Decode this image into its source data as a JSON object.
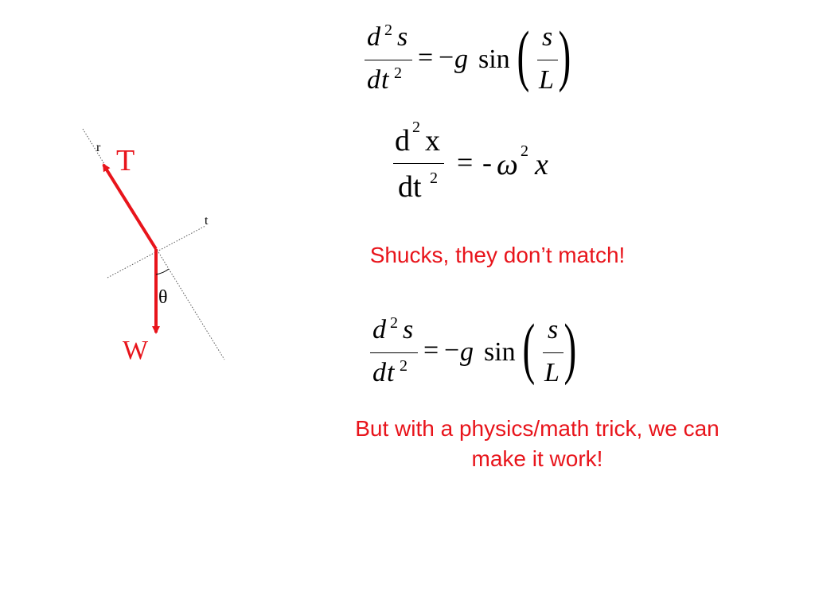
{
  "equation_pendulum_top": {
    "num_d": "d",
    "num_exp": "2",
    "num_var": "s",
    "den_d": "d",
    "den_var": "t",
    "den_exp": "2",
    "equals": "=",
    "minus": "−",
    "g": "g",
    "sin": "sin",
    "frac_num": "s",
    "frac_den": "L"
  },
  "equation_harmonic": {
    "num_d": "d",
    "num_exp": "2",
    "num_var": "x",
    "den_d": "dt",
    "den_exp": "2",
    "equals": "=",
    "minus": "-",
    "omega": "ω",
    "omega_exp": "2",
    "var": "x"
  },
  "equation_pendulum_bottom": {
    "num_d": "d",
    "num_exp": "2",
    "num_var": "s",
    "den_d": "d",
    "den_var": "t",
    "den_exp": "2",
    "equals": "=",
    "minus": "−",
    "g": "g",
    "sin": "sin",
    "frac_num": "s",
    "frac_den": "L"
  },
  "captions": {
    "mismatch": "Shucks, they don’t match!",
    "trick_line1": "But with a physics/math trick, we can",
    "trick_line2": "make it work!"
  },
  "diagram": {
    "axis_r_label": "r",
    "axis_t_label": "t",
    "tension_label": "T",
    "weight_label": "W",
    "angle_label": "θ",
    "accent_color": "#e8141b"
  }
}
